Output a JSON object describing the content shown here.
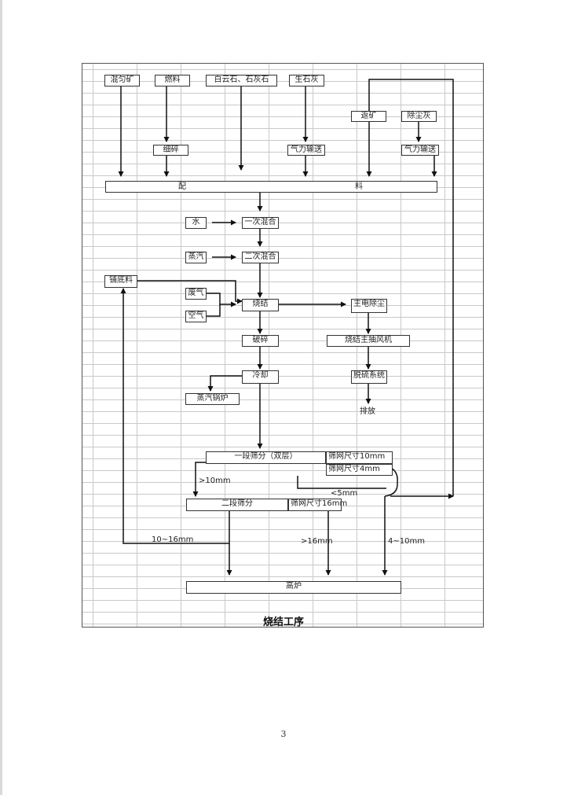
{
  "flow": {
    "top": {
      "mixed_ore": "混匀矿",
      "fuel": "燃料",
      "dolomite_limestone": "白云石、石灰石",
      "quicklime": "生石灰",
      "return_ore": "返矿",
      "dust_ash": "除尘灰"
    },
    "crushing": "细碎",
    "pneumatic_1": "气力输送",
    "pneumatic_2": "气力输送",
    "batching_left": "配",
    "batching_right": "料",
    "water": "水",
    "primary_mix": "一次混合",
    "steam": "蒸汽",
    "secondary_mix": "二次混合",
    "hearth_layer": "铺底料",
    "waste_gas": "废气",
    "air": "空气",
    "sintering": "烧结",
    "dust_removal": "主电除尘",
    "crushing2": "破碎",
    "main_fan": "烧结主抽风机",
    "cooling": "冷却",
    "desulfurization": "脱硫系统",
    "steam_boiler": "蒸汽锅炉",
    "discharge": "排放",
    "screen1": "一段筛分（双层）",
    "screen1_upper": "筛网尺寸10mm",
    "screen1_lower": "筛网尺寸4mm",
    "gt10": ">10mm",
    "lt5": "<5mm",
    "screen2": "二段筛分",
    "screen2_size": "筛网尺寸16mm",
    "r10_16": "10~16mm",
    "gt16": ">16mm",
    "r4_10": "4~10mm",
    "blast_furnace": "高炉"
  },
  "caption": "烧结工序",
  "page_number": "3"
}
